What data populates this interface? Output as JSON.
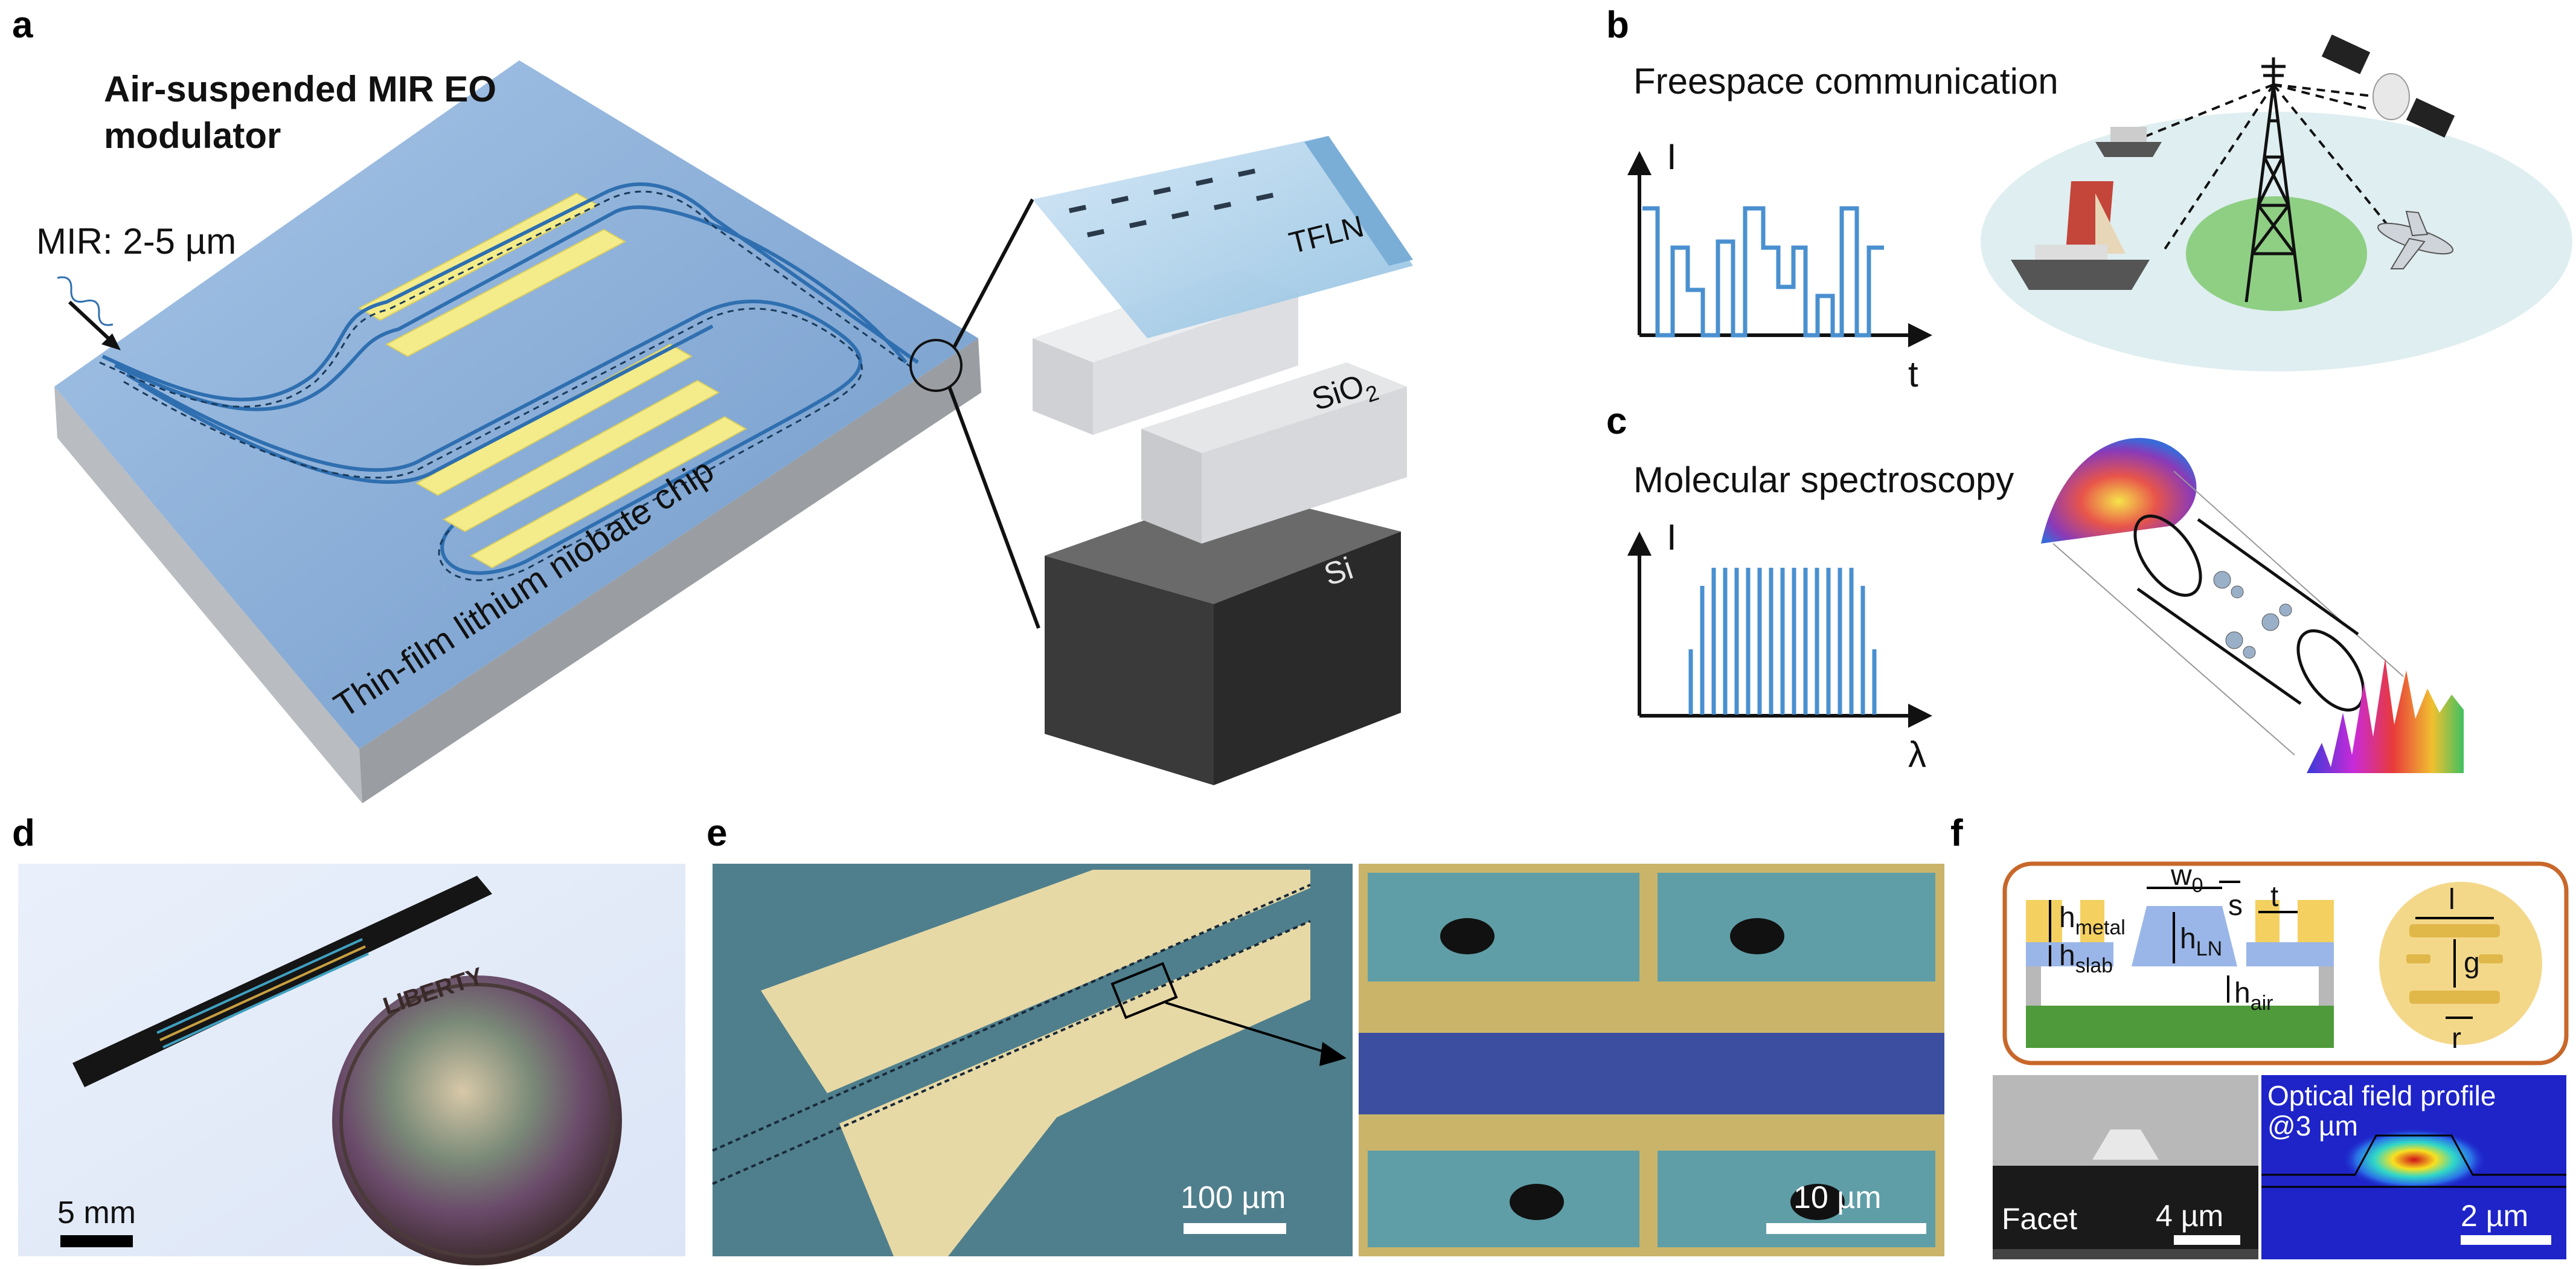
{
  "panels": {
    "a": {
      "letter": "a",
      "title_line1": "Air-suspended MIR EO",
      "title_line2": "modulator",
      "mir_label": "MIR: 2-5 µm",
      "chip_label": "Thin-film lithium niobate chip",
      "layer_top": "TFLN",
      "layer_mid": "SiO",
      "layer_mid_sub": "2",
      "layer_bottom": "Si"
    },
    "b": {
      "letter": "b",
      "title": "Freespace communication",
      "y_label": "I",
      "x_label": "t"
    },
    "c": {
      "letter": "c",
      "title": "Molecular spectroscopy",
      "y_label": "I",
      "x_label": "λ"
    },
    "d": {
      "letter": "d",
      "scale_label": "5 mm",
      "coin_text": "LIBERTY"
    },
    "e": {
      "letter": "e",
      "scale_left": "100 µm",
      "scale_right": "10 µm"
    },
    "f": {
      "letter": "f",
      "h_metal": "h",
      "h_metal_sub": "metal",
      "h_slab": "h",
      "h_slab_sub": "slab",
      "h_ln": "h",
      "h_ln_sub": "LN",
      "h_air": "h",
      "h_air_sub": "air",
      "w0": "w",
      "w0_sub": "0",
      "s": "s",
      "t": "t",
      "l": "l",
      "g": "g",
      "r": "r",
      "facet_label": "Facet",
      "facet_scale": "4 µm",
      "field_title_line1": "Optical field profile",
      "field_title_line2": "@3 µm",
      "field_scale": "2 µm"
    }
  },
  "colors": {
    "chip_blue": "#8fb4dd",
    "electrode_yellow": "#f4ec8a",
    "signal_blue": "#4a90d0",
    "sem_teal": "#5f9ea6",
    "sem_gold": "#e7d9a6",
    "box_border": "#c8672a",
    "field_bg": "#1e24c8"
  }
}
